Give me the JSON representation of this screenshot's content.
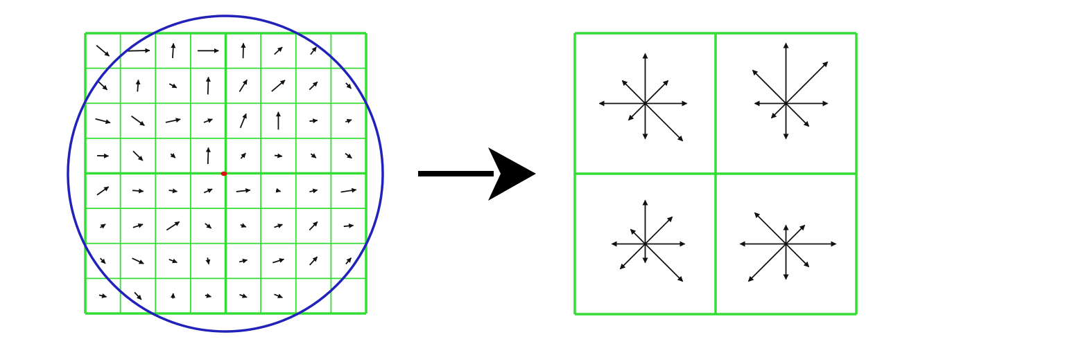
{
  "colors": {
    "background": "#ffffff",
    "grid": "#33dd33",
    "circle": "#2222bb",
    "arrow": "#111111",
    "keypoint": "#dd1111"
  },
  "gradient_grid": {
    "cells_per_side": 8,
    "quadrants_per_side": 2,
    "gradients": [
      [
        [
          0.73,
          0.61
        ],
        [
          1.34,
          -0.03
        ],
        [
          0.05,
          -0.84
        ],
        [
          1.2,
          0.0
        ],
        [
          0.02,
          -0.86
        ],
        [
          0.45,
          -0.41
        ],
        [
          0.33,
          -0.43
        ],
        [
          0.0,
          0.0
        ]
      ],
      [
        [
          0.49,
          0.46
        ],
        [
          0.05,
          -0.67
        ],
        [
          0.42,
          0.23
        ],
        [
          0.03,
          -0.99
        ],
        [
          0.43,
          -0.68
        ],
        [
          0.76,
          -0.64
        ],
        [
          0.46,
          -0.45
        ],
        [
          0.3,
          0.32
        ]
      ],
      [
        [
          0.85,
          0.22
        ],
        [
          0.74,
          0.54
        ],
        [
          0.84,
          -0.18
        ],
        [
          0.49,
          -0.19
        ],
        [
          0.33,
          -0.81
        ],
        [
          0.0,
          -1.01
        ],
        [
          0.45,
          -0.05
        ],
        [
          0.35,
          -0.12
        ]
      ],
      [
        [
          0.65,
          0.02
        ],
        [
          0.55,
          0.54
        ],
        [
          0.26,
          0.23
        ],
        [
          0.03,
          -0.94
        ],
        [
          0.27,
          -0.31
        ],
        [
          0.43,
          0.05
        ],
        [
          0.3,
          0.24
        ],
        [
          0.37,
          0.27
        ]
      ],
      [
        [
          0.66,
          -0.47
        ],
        [
          0.62,
          0.05
        ],
        [
          0.47,
          0.07
        ],
        [
          0.47,
          -0.21
        ],
        [
          0.79,
          -0.09
        ],
        [
          0.26,
          0.06
        ],
        [
          0.45,
          -0.1
        ],
        [
          0.88,
          -0.13
        ]
      ],
      [
        [
          0.3,
          -0.2
        ],
        [
          0.56,
          -0.18
        ],
        [
          0.73,
          -0.48
        ],
        [
          0.35,
          0.28
        ],
        [
          0.32,
          0.13
        ],
        [
          0.47,
          -0.16
        ],
        [
          0.46,
          -0.48
        ],
        [
          0.55,
          -0.06
        ]
      ],
      [
        [
          0.29,
          0.3
        ],
        [
          0.66,
          0.31
        ],
        [
          0.46,
          0.18
        ],
        [
          0.07,
          0.37
        ],
        [
          0.45,
          -0.11
        ],
        [
          0.64,
          -0.2
        ],
        [
          0.43,
          -0.47
        ],
        [
          0.3,
          -0.35
        ]
      ],
      [
        [
          0.42,
          0.1
        ],
        [
          0.39,
          0.42
        ],
        [
          0.02,
          -0.3
        ],
        [
          0.34,
          0.08
        ],
        [
          0.42,
          0.16
        ],
        [
          0.47,
          0.19
        ],
        [
          0.0,
          0.0
        ],
        [
          0.0,
          0.0
        ]
      ]
    ]
  },
  "descriptor": {
    "cells_per_side": 2,
    "histograms": [
      [
        [
          1.0,
          0.0
        ],
        [
          0.55,
          -0.55
        ],
        [
          0.0,
          -1.2
        ],
        [
          -0.55,
          -0.55
        ],
        [
          -1.1,
          0.0
        ],
        [
          -0.4,
          0.4
        ],
        [
          0.0,
          0.85
        ],
        [
          0.9,
          0.9
        ]
      ],
      [
        [
          1.0,
          0.0
        ],
        [
          1.0,
          -1.0
        ],
        [
          0.0,
          -1.45
        ],
        [
          -0.8,
          -0.8
        ],
        [
          -0.75,
          0.0
        ],
        [
          -0.35,
          0.35
        ],
        [
          0.0,
          0.85
        ],
        [
          0.55,
          0.55
        ]
      ],
      [
        [
          0.95,
          0.0
        ],
        [
          0.65,
          -0.65
        ],
        [
          0.0,
          -1.05
        ],
        [
          -0.35,
          -0.35
        ],
        [
          -0.8,
          0.0
        ],
        [
          -0.6,
          0.6
        ],
        [
          0.0,
          0.45
        ],
        [
          0.9,
          0.9
        ]
      ],
      [
        [
          1.2,
          0.0
        ],
        [
          0.45,
          -0.45
        ],
        [
          0.0,
          -0.45
        ],
        [
          -0.75,
          -0.75
        ],
        [
          -1.1,
          0.0
        ],
        [
          -0.9,
          0.9
        ],
        [
          0.0,
          0.85
        ],
        [
          0.55,
          0.55
        ]
      ]
    ]
  }
}
